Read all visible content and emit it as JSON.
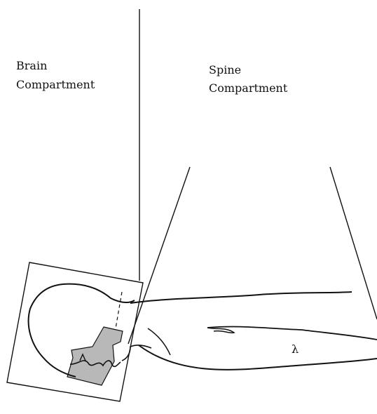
{
  "labels": {
    "brain_line1": "Brain",
    "brain_line2": "Compartment",
    "spine_line1": "Spine",
    "spine_line2": "Compartment",
    "lambda_mark": "λ"
  },
  "colors": {
    "line": "#111111",
    "shaded_region": "#b8b8b8",
    "background": "#ffffff"
  }
}
